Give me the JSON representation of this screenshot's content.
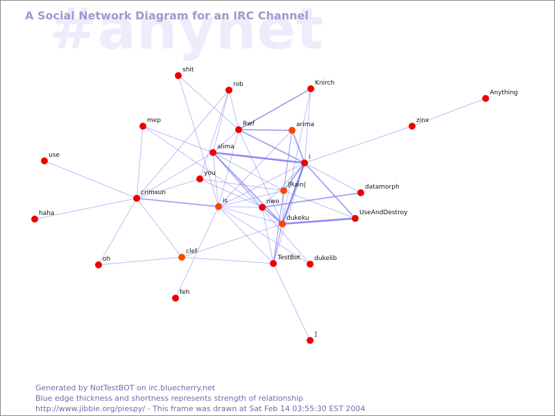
{
  "watermark": "#anynet",
  "title": "A Social Network Diagram for an IRC Channel",
  "footer": {
    "line1": "Generated by NotTestBOT on irc.bluecherry.net",
    "line2": "Blue edge thickness and shortness represents strength of relationship",
    "line3": "http://www.jibble.org/piespy/ - This frame was drawn at Sat Feb 14 03:55:30 EST 2004"
  },
  "colors": {
    "edge": "#7777ee",
    "node_red": "#ee0000",
    "node_orange": "#ff4400"
  },
  "nodes": [
    {
      "id": "shit",
      "label": "shit"
    },
    {
      "id": "rob",
      "label": "rob"
    },
    {
      "id": "Knirch",
      "label": "Knirch"
    },
    {
      "id": "Anything",
      "label": "Anything"
    },
    {
      "id": "mep",
      "label": "mep"
    },
    {
      "id": "Rwf",
      "label": "Rwf"
    },
    {
      "id": "arima",
      "label": "arima",
      "color": "orange"
    },
    {
      "id": "zinx",
      "label": "zinx"
    },
    {
      "id": "alima",
      "label": "alima"
    },
    {
      "id": "i",
      "label": "i"
    },
    {
      "id": "use",
      "label": "use"
    },
    {
      "id": "you",
      "label": "you"
    },
    {
      "id": "Rain",
      "label": "|Rain|",
      "color": "orange"
    },
    {
      "id": "datamorph",
      "label": "datamorph"
    },
    {
      "id": "crimsun",
      "label": "crimsun"
    },
    {
      "id": "is",
      "label": "is",
      "color": "orange"
    },
    {
      "id": "nwo",
      "label": "nwo"
    },
    {
      "id": "haha",
      "label": "haha"
    },
    {
      "id": "UseAndDestroy",
      "label": "UseAndDestroy"
    },
    {
      "id": "dukeku",
      "label": "dukeku",
      "color": "orange"
    },
    {
      "id": "clef",
      "label": "clef",
      "color": "orange"
    },
    {
      "id": "oh",
      "label": "oh"
    },
    {
      "id": "TestBot",
      "label": "TestBot"
    },
    {
      "id": "dukelib",
      "label": "dukelib"
    },
    {
      "id": "feh",
      "label": "feh"
    },
    {
      "id": "bracket",
      "label": "]"
    }
  ],
  "edges": [
    {
      "a": "Anything",
      "b": "zinx",
      "w": 1
    },
    {
      "a": "zinx",
      "b": "i",
      "w": 1
    },
    {
      "a": "shit",
      "b": "Rwf",
      "w": 1
    },
    {
      "a": "shit",
      "b": "is",
      "w": 1
    },
    {
      "a": "rob",
      "b": "alima",
      "w": 1
    },
    {
      "a": "rob",
      "b": "you",
      "w": 1
    },
    {
      "a": "rob",
      "b": "Rwf",
      "w": 1
    },
    {
      "a": "rob",
      "b": "crimsun",
      "w": 1
    },
    {
      "a": "Knirch",
      "b": "Rwf",
      "w": 2
    },
    {
      "a": "Knirch",
      "b": "i",
      "w": 1
    },
    {
      "a": "Knirch",
      "b": "TestBot",
      "w": 1
    },
    {
      "a": "mep",
      "b": "alima",
      "w": 1
    },
    {
      "a": "mep",
      "b": "crimsun",
      "w": 1
    },
    {
      "a": "mep",
      "b": "nwo",
      "w": 1
    },
    {
      "a": "Rwf",
      "b": "arima",
      "w": 2
    },
    {
      "a": "Rwf",
      "b": "i",
      "w": 2
    },
    {
      "a": "Rwf",
      "b": "alima",
      "w": 1
    },
    {
      "a": "Rwf",
      "b": "is",
      "w": 1
    },
    {
      "a": "Rwf",
      "b": "dukeku",
      "w": 1
    },
    {
      "a": "arima",
      "b": "i",
      "w": 2
    },
    {
      "a": "arima",
      "b": "Rain",
      "w": 1
    },
    {
      "a": "arima",
      "b": "TestBot",
      "w": 1
    },
    {
      "a": "arima",
      "b": "is",
      "w": 1
    },
    {
      "a": "alima",
      "b": "i",
      "w": 3
    },
    {
      "a": "alima",
      "b": "Rain",
      "w": 1
    },
    {
      "a": "alima",
      "b": "nwo",
      "w": 1
    },
    {
      "a": "alima",
      "b": "dukeku",
      "w": 2
    },
    {
      "a": "alima",
      "b": "crimsun",
      "w": 1
    },
    {
      "a": "alima",
      "b": "is",
      "w": 1
    },
    {
      "a": "alima",
      "b": "dukelib",
      "w": 1
    },
    {
      "a": "i",
      "b": "Rain",
      "w": 2
    },
    {
      "a": "i",
      "b": "dukeku",
      "w": 3
    },
    {
      "a": "i",
      "b": "nwo",
      "w": 1
    },
    {
      "a": "i",
      "b": "UseAndDestroy",
      "w": 2
    },
    {
      "a": "i",
      "b": "datamorph",
      "w": 1
    },
    {
      "a": "i",
      "b": "TestBot",
      "w": 1
    },
    {
      "a": "i",
      "b": "is",
      "w": 1
    },
    {
      "a": "use",
      "b": "crimsun",
      "w": 1
    },
    {
      "a": "you",
      "b": "Rain",
      "w": 1
    },
    {
      "a": "you",
      "b": "crimsun",
      "w": 1
    },
    {
      "a": "you",
      "b": "nwo",
      "w": 1
    },
    {
      "a": "Rain",
      "b": "dukeku",
      "w": 1
    },
    {
      "a": "Rain",
      "b": "TestBot",
      "w": 1
    },
    {
      "a": "Rain",
      "b": "UseAndDestroy",
      "w": 1
    },
    {
      "a": "Rain",
      "b": "is",
      "w": 1
    },
    {
      "a": "datamorph",
      "b": "nwo",
      "w": 2
    },
    {
      "a": "crimsun",
      "b": "is",
      "w": 2
    },
    {
      "a": "crimsun",
      "b": "haha",
      "w": 1
    },
    {
      "a": "crimsun",
      "b": "oh",
      "w": 1
    },
    {
      "a": "crimsun",
      "b": "clef",
      "w": 1
    },
    {
      "a": "is",
      "b": "nwo",
      "w": 1
    },
    {
      "a": "is",
      "b": "dukeku",
      "w": 1
    },
    {
      "a": "is",
      "b": "TestBot",
      "w": 1
    },
    {
      "a": "is",
      "b": "feh",
      "w": 1
    },
    {
      "a": "is",
      "b": "dukelib",
      "w": 1
    },
    {
      "a": "nwo",
      "b": "dukeku",
      "w": 2
    },
    {
      "a": "nwo",
      "b": "TestBot",
      "w": 1
    },
    {
      "a": "dukeku",
      "b": "UseAndDestroy",
      "w": 3
    },
    {
      "a": "dukeku",
      "b": "clef",
      "w": 1
    },
    {
      "a": "dukeku",
      "b": "TestBot",
      "w": 1
    },
    {
      "a": "clef",
      "b": "oh",
      "w": 1
    },
    {
      "a": "clef",
      "b": "TestBot",
      "w": 1
    },
    {
      "a": "TestBot",
      "b": "bracket",
      "w": 1
    }
  ]
}
